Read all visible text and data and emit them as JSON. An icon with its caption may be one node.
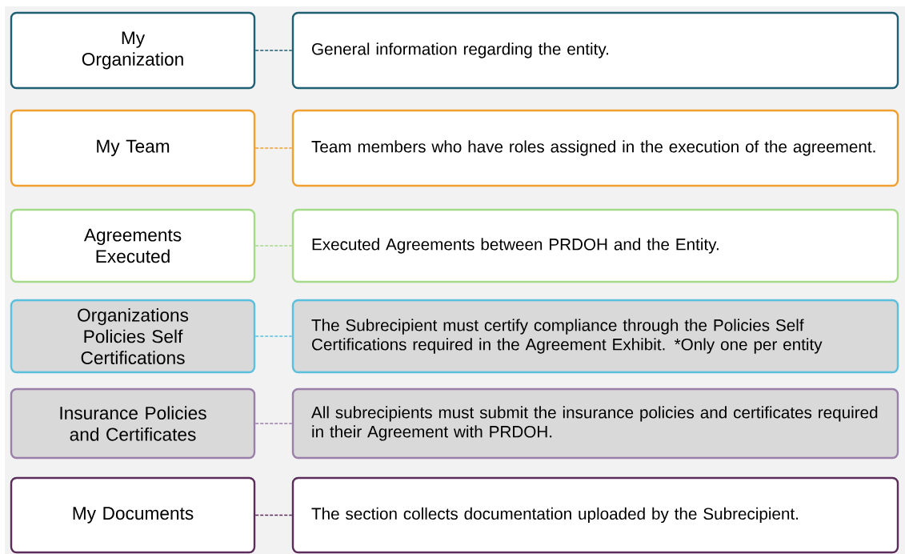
{
  "diagram": {
    "nodes": [
      {
        "text": [
          "My Organization"
        ]
      },
      {
        "text": [
          "General information regarding the entity."
        ]
      },
      {
        "text": [
          "My Team"
        ]
      },
      {
        "text": [
          "Team members who have roles assigned in the execution of the agreement."
        ]
      },
      {
        "text": [
          "Agreements Executed"
        ]
      },
      {
        "text": [
          "Executed Agreements between PRDOH and the Entity."
        ]
      },
      {
        "text": [
          "Organizations Policies Self Certifications"
        ]
      },
      {
        "text": [
          "The Subrecipient must certify compliance through the Policies Self Certifications required in the Agreement Exhibit.  *Only one per entity"
        ]
      },
      {
        "text": [
          "Insurance Policies and Certificates"
        ]
      },
      {
        "text": [
          "All subrecipients must submit the insurance policies and certificates required in their Agreement with PRDOH."
        ]
      },
      {
        "text": [
          "My Documents"
        ]
      },
      {
        "text": [
          "The section collects documentation uploaded by the Subrecipient."
        ]
      }
    ],
    "edges": [
      {
        "from": 0,
        "to": 1,
        "arrow": "none",
        "style": "dashed",
        "color": "#1f5f73"
      },
      {
        "from": 2,
        "to": 3,
        "arrow": "none",
        "style": "dashed",
        "color": "#f0a030"
      },
      {
        "from": 4,
        "to": 5,
        "arrow": "none",
        "style": "dashed",
        "color": "#a6d98a"
      },
      {
        "from": 6,
        "to": 7,
        "arrow": "none",
        "style": "dashed",
        "color": "#5bc0de"
      },
      {
        "from": 8,
        "to": 9,
        "arrow": "none",
        "style": "dashed",
        "color": "#9a7fa8"
      },
      {
        "from": 10,
        "to": 11,
        "arrow": "none",
        "style": "dashed",
        "color": "#5a2d5a"
      }
    ]
  }
}
